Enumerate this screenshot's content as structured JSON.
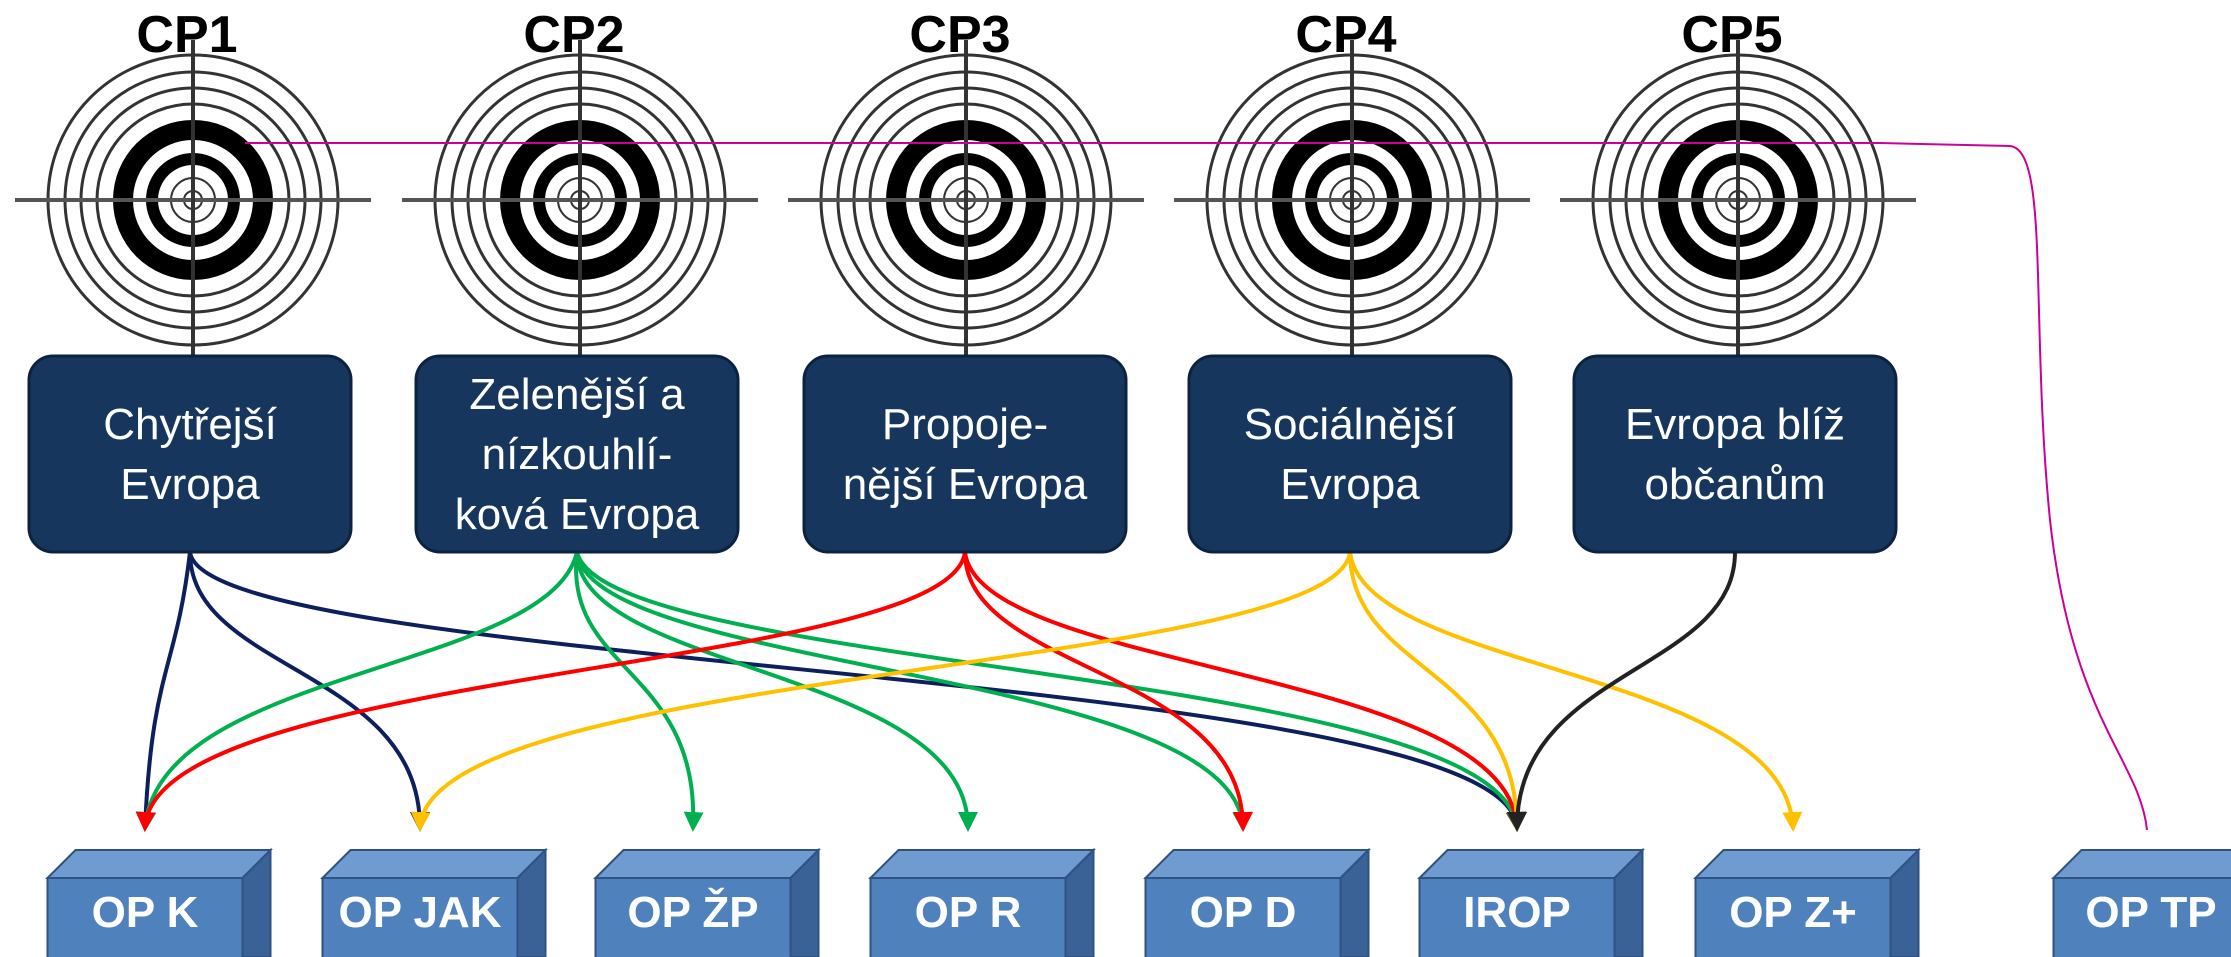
{
  "targets": [
    {
      "label": "CP1"
    },
    {
      "label": "CP2"
    },
    {
      "label": "CP3"
    },
    {
      "label": "CP4"
    },
    {
      "label": "CP5"
    }
  ],
  "objectives": [
    {
      "lines": [
        "Chytřejší",
        "Evropa"
      ]
    },
    {
      "lines": [
        "Zelenější a",
        "nízkouhlí-",
        "ková Evropa"
      ]
    },
    {
      "lines": [
        "Propoje-",
        "nější Evropa"
      ]
    },
    {
      "lines": [
        "Sociálnější",
        "Evropa"
      ]
    },
    {
      "lines": [
        "Evropa blíž",
        "občanům"
      ]
    }
  ],
  "programmes": [
    {
      "label": "OP K"
    },
    {
      "label": "OP JAK"
    },
    {
      "label": "OP ŽP"
    },
    {
      "label": "OP R"
    },
    {
      "label": "OP D"
    },
    {
      "label": "IROP"
    },
    {
      "label": "OP Z+"
    },
    {
      "label": "OP TP"
    }
  ],
  "colors": {
    "objective_fill": "#17365d",
    "programme_front": "#4f81bd",
    "programme_top": "#6f9bd1",
    "programme_side": "#3a6296",
    "programme_border": "#2e5283",
    "target_ring": "#333333",
    "target_black": "#000000",
    "tp_line": "#cc0099"
  },
  "links": [
    {
      "from": 0,
      "to": [
        0,
        1,
        5
      ],
      "color": "#0d1f5c"
    },
    {
      "from": 1,
      "to": [
        0,
        2,
        3,
        4,
        5
      ],
      "color": "#00b050"
    },
    {
      "from": 2,
      "to": [
        0,
        4,
        5
      ],
      "color": "#ff0000"
    },
    {
      "from": 3,
      "to": [
        1,
        5,
        6
      ],
      "color": "#ffc000"
    },
    {
      "from": 4,
      "to": [
        5
      ],
      "color": "#222222"
    }
  ]
}
